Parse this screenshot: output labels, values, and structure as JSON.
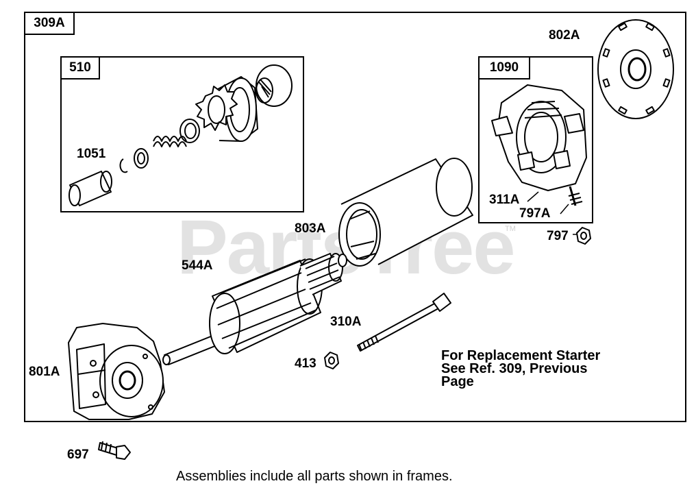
{
  "watermark": {
    "text": "PartsTree",
    "tm": "TM"
  },
  "frames": {
    "main": "309A",
    "drive": "510",
    "brush": "1090"
  },
  "parts": {
    "p802A": "802A",
    "p1051": "1051",
    "p803A": "803A",
    "p544A": "544A",
    "p311A": "311A",
    "p797A": "797A",
    "p797": "797",
    "p310A": "310A",
    "p413": "413",
    "p801A": "801A",
    "p697": "697"
  },
  "note": {
    "line1": "For Replacement Starter",
    "line2": "See Ref. 309, Previous",
    "line3": "Page"
  },
  "caption": "Assemblies include all parts shown in frames."
}
